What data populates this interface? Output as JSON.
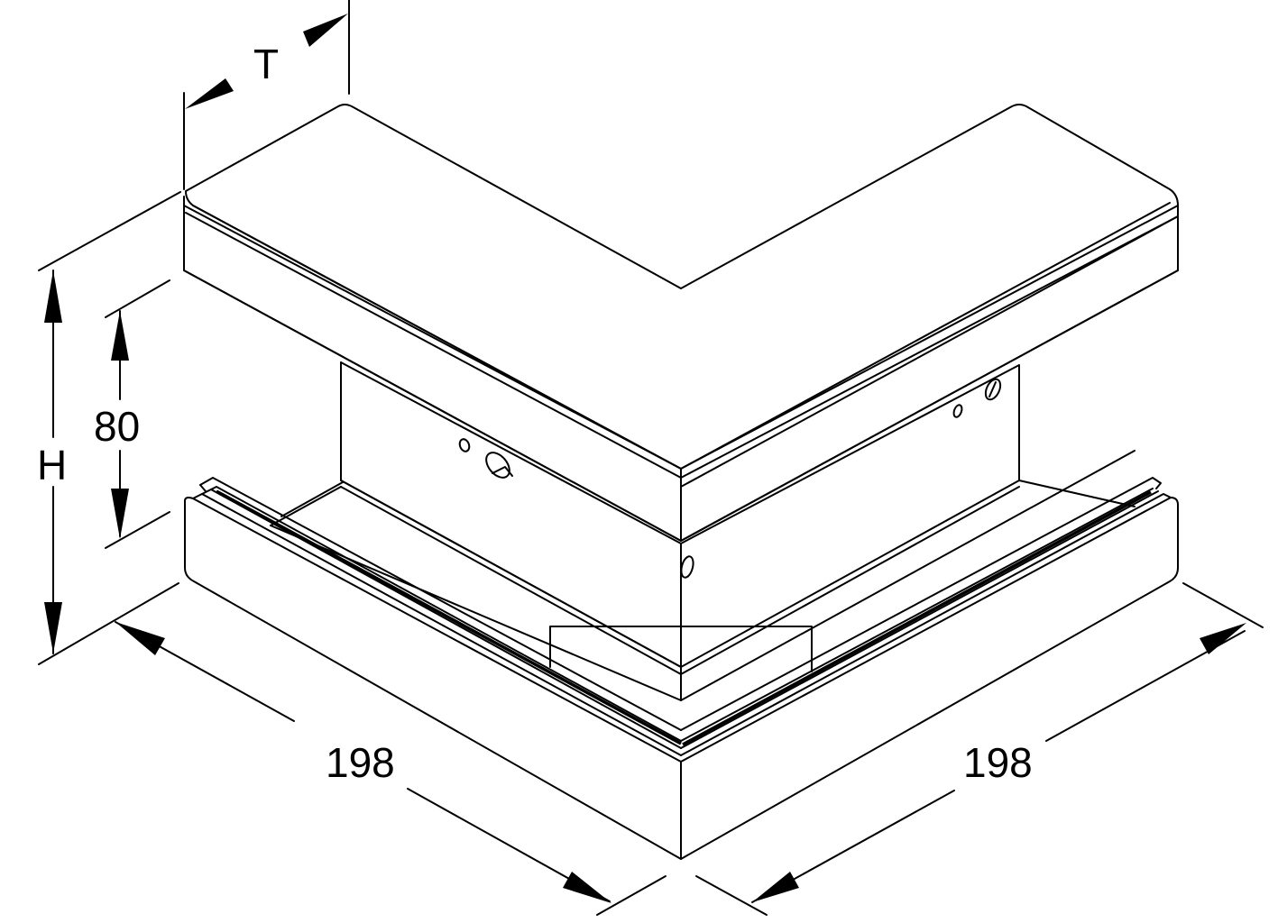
{
  "drawing": {
    "subject": "Cable duct external corner, isometric view",
    "line_color": "#000000",
    "background": "#ffffff"
  },
  "dimensions": {
    "depth_label": "T",
    "height_label": "H",
    "inner_height": "80",
    "left_length": "198",
    "right_length": "198"
  }
}
